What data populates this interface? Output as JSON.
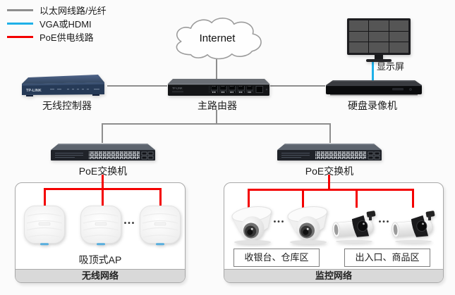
{
  "legend": {
    "items": [
      {
        "label": "以太网线路/光纤",
        "color": "#8e8e8e"
      },
      {
        "label": "VGA或HDMI",
        "color": "#1fb0e8"
      },
      {
        "label": "PoE供电线路",
        "color": "#f40000"
      }
    ]
  },
  "internet": {
    "label": "Internet"
  },
  "devices": {
    "wireless_controller": {
      "label": "无线控制器",
      "brand": "TP-LINK"
    },
    "main_router": {
      "label": "主路由器"
    },
    "nvr": {
      "label": "硬盘录像机"
    },
    "display_monitor": {
      "label": "显示屏"
    },
    "poe_switch_left": {
      "label": "PoE交换机"
    },
    "poe_switch_right": {
      "label": "PoE交换机"
    }
  },
  "wireless_zone": {
    "ap_label": "吸顶式AP",
    "zone_label": "无线网络",
    "ellipsis": "•••"
  },
  "surveillance_zone": {
    "dome_area_label": "收银台、仓库区",
    "bullet_area_label": "出入口、商品区",
    "zone_label": "监控网络",
    "ellipsis": "•••"
  }
}
